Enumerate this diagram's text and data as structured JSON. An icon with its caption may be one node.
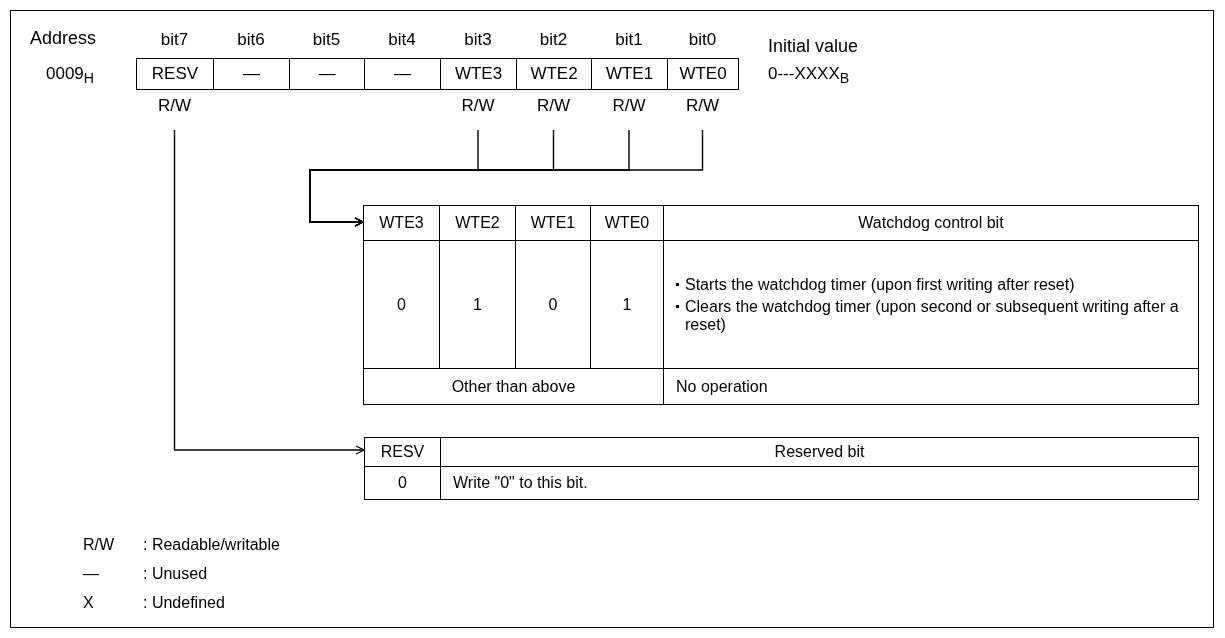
{
  "diagram": {
    "nodes": [
      {
        "text": [
          "RESV"
        ],
        "beside": [
          "bit7",
          "R/W"
        ]
      },
      {
        "text": [
          "—"
        ],
        "beside": [
          "bit6"
        ]
      },
      {
        "text": [
          "—"
        ],
        "beside": [
          "bit5"
        ]
      },
      {
        "text": [
          "—"
        ],
        "beside": [
          "bit4"
        ]
      },
      {
        "text": [
          "WTE3"
        ],
        "beside": [
          "bit3",
          "R/W"
        ]
      },
      {
        "text": [
          "WTE2"
        ],
        "beside": [
          "bit2",
          "R/W"
        ]
      },
      {
        "text": [
          "WTE1"
        ],
        "beside": [
          "bit1",
          "R/W"
        ]
      },
      {
        "text": [
          "WTE0"
        ],
        "beside": [
          "bit0",
          "R/W"
        ]
      },
      {
        "text": [
          "WTE3",
          "WTE2",
          "WTE1",
          "WTE0",
          "Watchdog control bit",
          "0",
          "1",
          "0",
          "1",
          "Starts the watchdog timer (upon first writing after reset)",
          "Clears the watchdog timer (upon second or subsequent writing after a reset)",
          "Other than above",
          "No operation"
        ]
      },
      {
        "text": [
          "RESV",
          "Reserved bit",
          "0",
          "Write \"0\" to this bit."
        ]
      }
    ],
    "edges": [
      {
        "from": 4,
        "to": 8,
        "arrow": "to"
      },
      {
        "from": 5,
        "to": 8,
        "arrow": "to"
      },
      {
        "from": 6,
        "to": 8,
        "arrow": "to"
      },
      {
        "from": 7,
        "to": 8,
        "arrow": "to"
      },
      {
        "from": 0,
        "to": 9,
        "arrow": "to"
      }
    ],
    "labels": [
      "Address",
      "0009$_{H}$",
      "Initial value",
      "0---XXXX$_{B}$",
      "R/W",
      ": Readable/writable",
      "—",
      ": Unused",
      "X",
      ": Undefined"
    ]
  }
}
